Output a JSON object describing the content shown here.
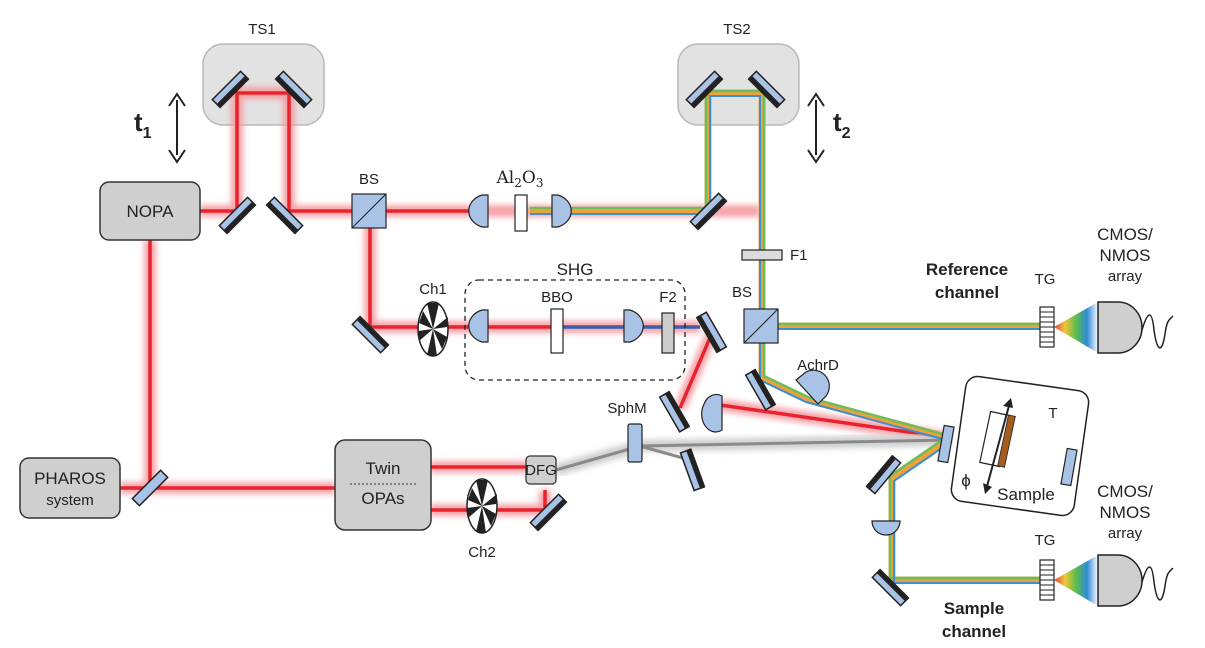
{
  "labels": {
    "ts1": "TS1",
    "ts2": "TS2",
    "t1_main": "t",
    "t1_sub": "1",
    "t2_main": "t",
    "t2_sub": "2",
    "nopa": "NOPA",
    "bs_top": "BS",
    "al2o3_a": "Al",
    "al2o3_2": "2",
    "al2o3_o": "O",
    "al2o3_3": "3",
    "f1": "F1",
    "shg": "SHG",
    "bbo": "BBO",
    "f2": "F2",
    "ch1": "Ch1",
    "bs_mid": "BS",
    "reference_channel_1": "Reference",
    "reference_channel_2": "channel",
    "tg_top": "TG",
    "cmos_top_1": "CMOS/",
    "cmos_top_2": "NMOS",
    "cmos_top_3": "array",
    "achrd": "AchrD",
    "sphm": "SphM",
    "t_stage": "T",
    "phi": "ϕ",
    "sample": "Sample",
    "pharos_1": "PHAROS",
    "pharos_2": "system",
    "twin_1": "Twin",
    "twin_2": "OPAs",
    "dfg": "DFG",
    "ch2": "Ch2",
    "cmos_bot_1": "CMOS/",
    "cmos_bot_2": "NMOS",
    "cmos_bot_3": "array",
    "tg_bot": "TG",
    "sample_channel_1": "Sample",
    "sample_channel_2": "channel"
  },
  "colors": {
    "beam_red": "#e8232d",
    "beam_glow": "#f5a0a5",
    "beam_blue": "#3b5fa8",
    "beam_gray": "#9a9a9a",
    "mirror": "#a9c3e6",
    "mirror_edge": "#222222",
    "box_fill": "#cfcfcf",
    "stage_fill": "#e1e1e1"
  }
}
